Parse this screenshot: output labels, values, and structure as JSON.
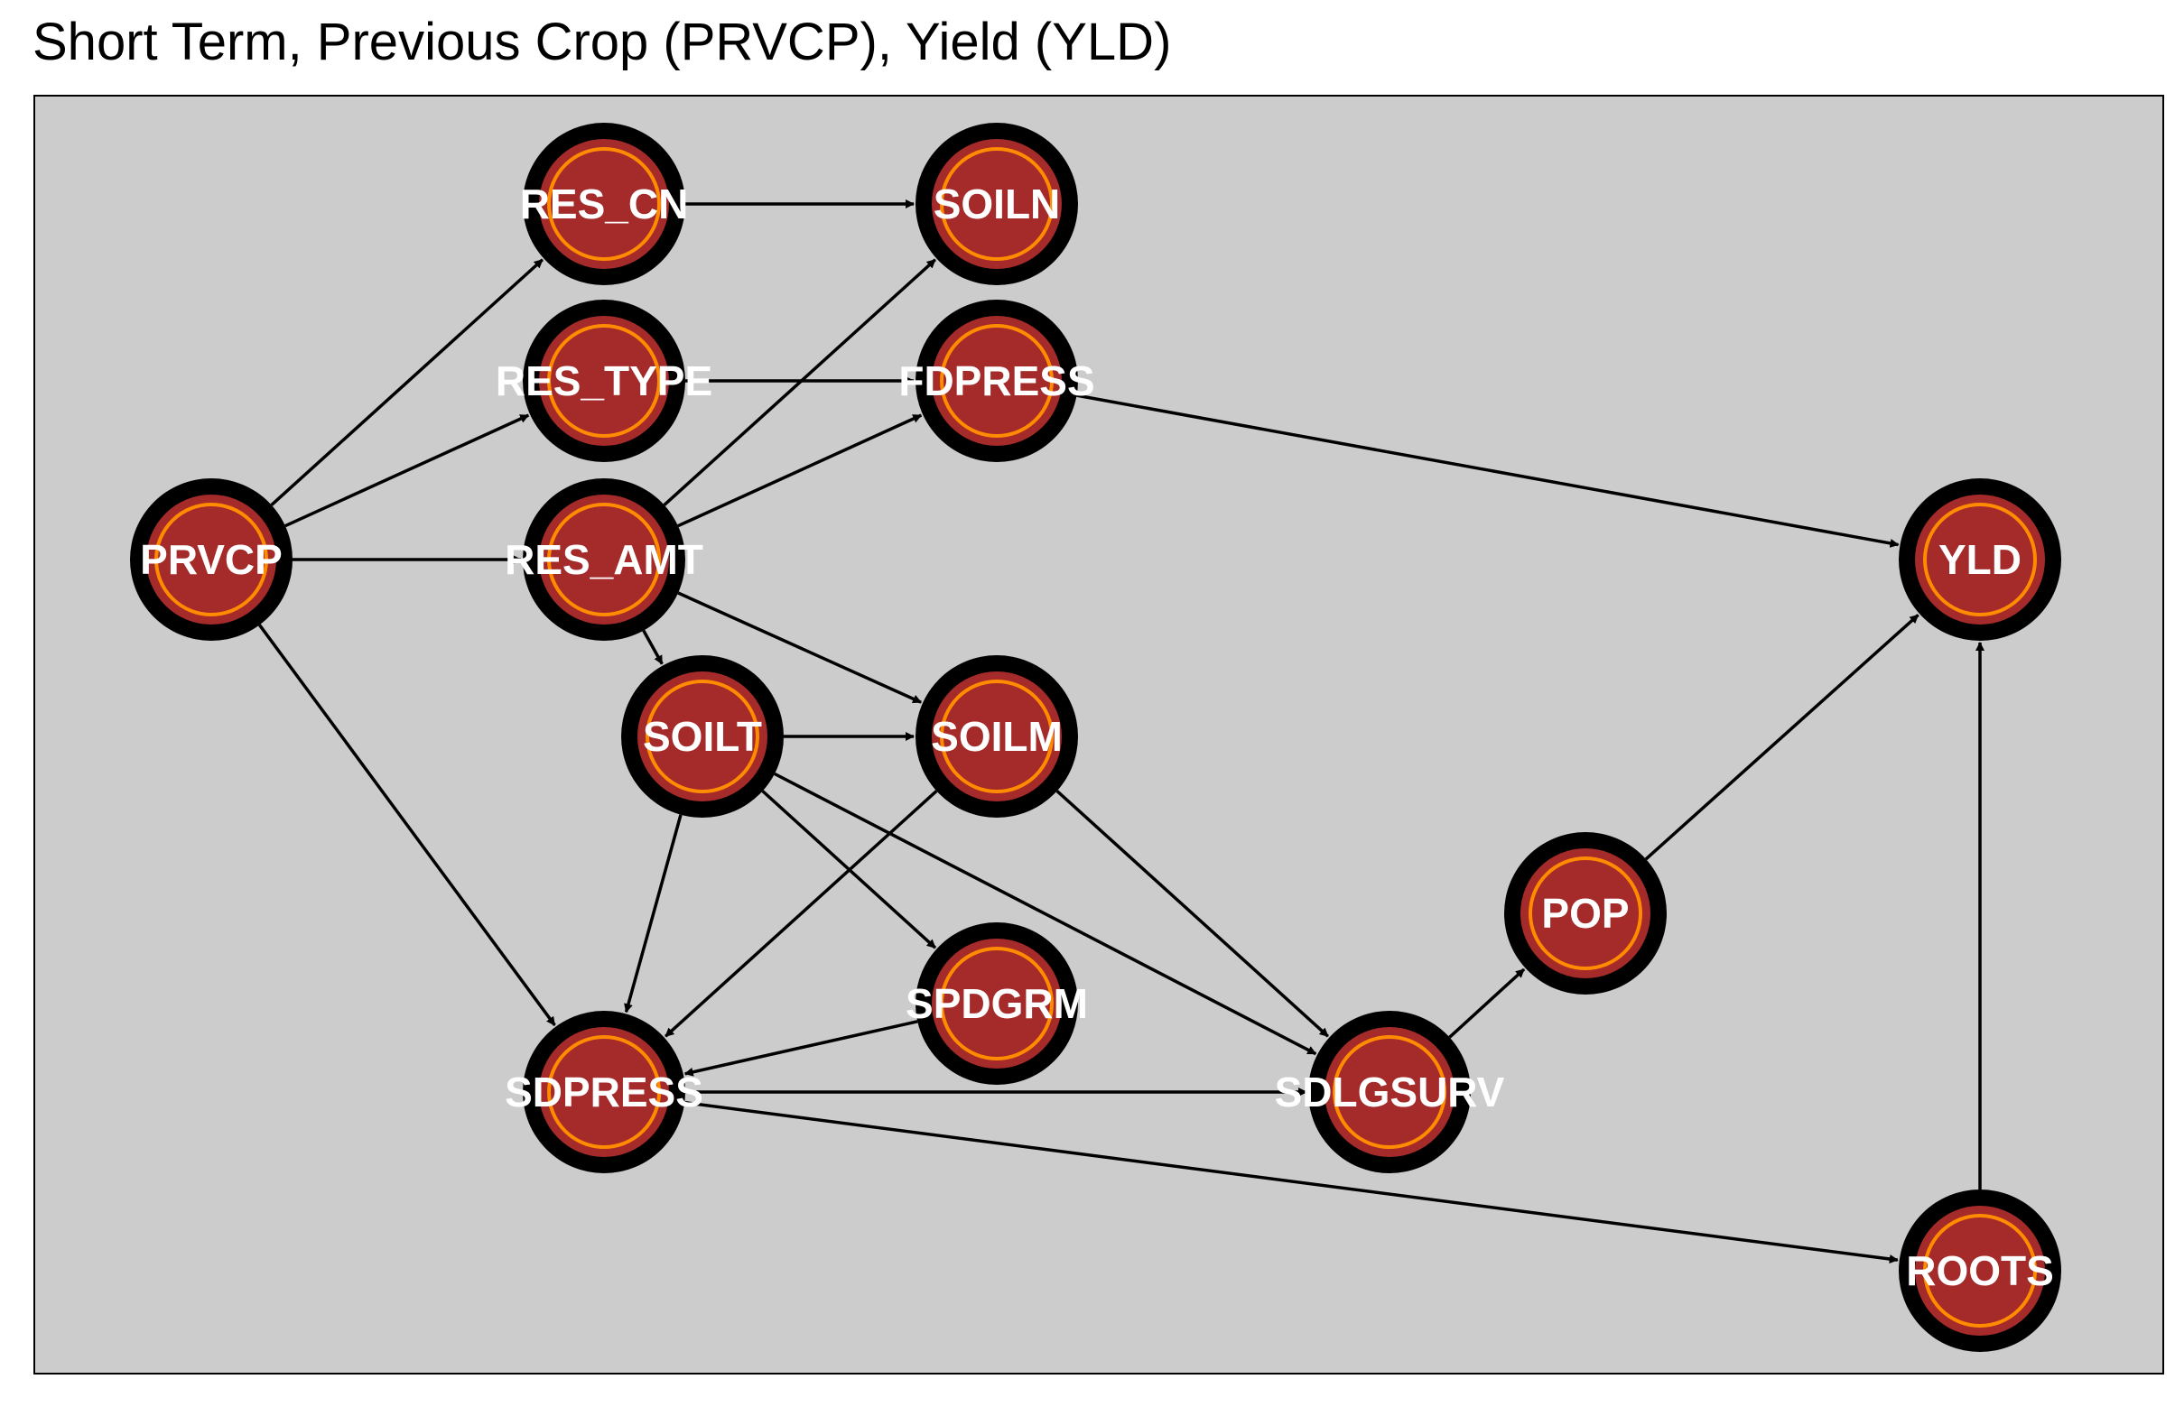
{
  "title": "Short Term, Previous Crop (PRVCP), Yield (YLD)",
  "colors": {
    "background": "#ffffff",
    "panel": "#cccccc",
    "node_outer": "#000000",
    "node_fill": "#a52a2a",
    "node_ring": "#ff8c00",
    "label": "#ffffff",
    "edge": "#000000"
  },
  "nodes": [
    {
      "id": "PRVCP",
      "label": "PRVCP"
    },
    {
      "id": "RES_CN",
      "label": "RES_CN"
    },
    {
      "id": "SOILN",
      "label": "SOILN"
    },
    {
      "id": "RES_TYPE",
      "label": "RES_TYPE"
    },
    {
      "id": "FDPRESS",
      "label": "FDPRESS"
    },
    {
      "id": "RES_AMT",
      "label": "RES_AMT"
    },
    {
      "id": "YLD",
      "label": "YLD"
    },
    {
      "id": "SOILT",
      "label": "SOILT"
    },
    {
      "id": "SOILM",
      "label": "SOILM"
    },
    {
      "id": "POP",
      "label": "POP"
    },
    {
      "id": "SPDGRM",
      "label": "SPDGRM"
    },
    {
      "id": "SDPRESS",
      "label": "SDPRESS"
    },
    {
      "id": "SDLGSURV",
      "label": "SDLGSURV"
    },
    {
      "id": "ROOTS",
      "label": "ROOTS"
    }
  ],
  "edges": [
    {
      "from": "PRVCP",
      "to": "RES_CN"
    },
    {
      "from": "PRVCP",
      "to": "RES_TYPE"
    },
    {
      "from": "PRVCP",
      "to": "RES_AMT"
    },
    {
      "from": "PRVCP",
      "to": "SDPRESS"
    },
    {
      "from": "RES_CN",
      "to": "SOILN"
    },
    {
      "from": "RES_TYPE",
      "to": "FDPRESS"
    },
    {
      "from": "RES_AMT",
      "to": "SOILN"
    },
    {
      "from": "RES_AMT",
      "to": "FDPRESS"
    },
    {
      "from": "RES_AMT",
      "to": "SOILT"
    },
    {
      "from": "RES_AMT",
      "to": "SOILM"
    },
    {
      "from": "FDPRESS",
      "to": "YLD"
    },
    {
      "from": "SOILT",
      "to": "SOILM"
    },
    {
      "from": "SOILT",
      "to": "SDPRESS"
    },
    {
      "from": "SOILT",
      "to": "SPDGRM"
    },
    {
      "from": "SOILT",
      "to": "SDLGSURV"
    },
    {
      "from": "SOILM",
      "to": "SDPRESS"
    },
    {
      "from": "SOILM",
      "to": "SDLGSURV"
    },
    {
      "from": "SPDGRM",
      "to": "SDPRESS"
    },
    {
      "from": "SDPRESS",
      "to": "SDLGSURV"
    },
    {
      "from": "SDPRESS",
      "to": "ROOTS"
    },
    {
      "from": "SDLGSURV",
      "to": "POP"
    },
    {
      "from": "POP",
      "to": "YLD"
    },
    {
      "from": "ROOTS",
      "to": "YLD"
    }
  ]
}
